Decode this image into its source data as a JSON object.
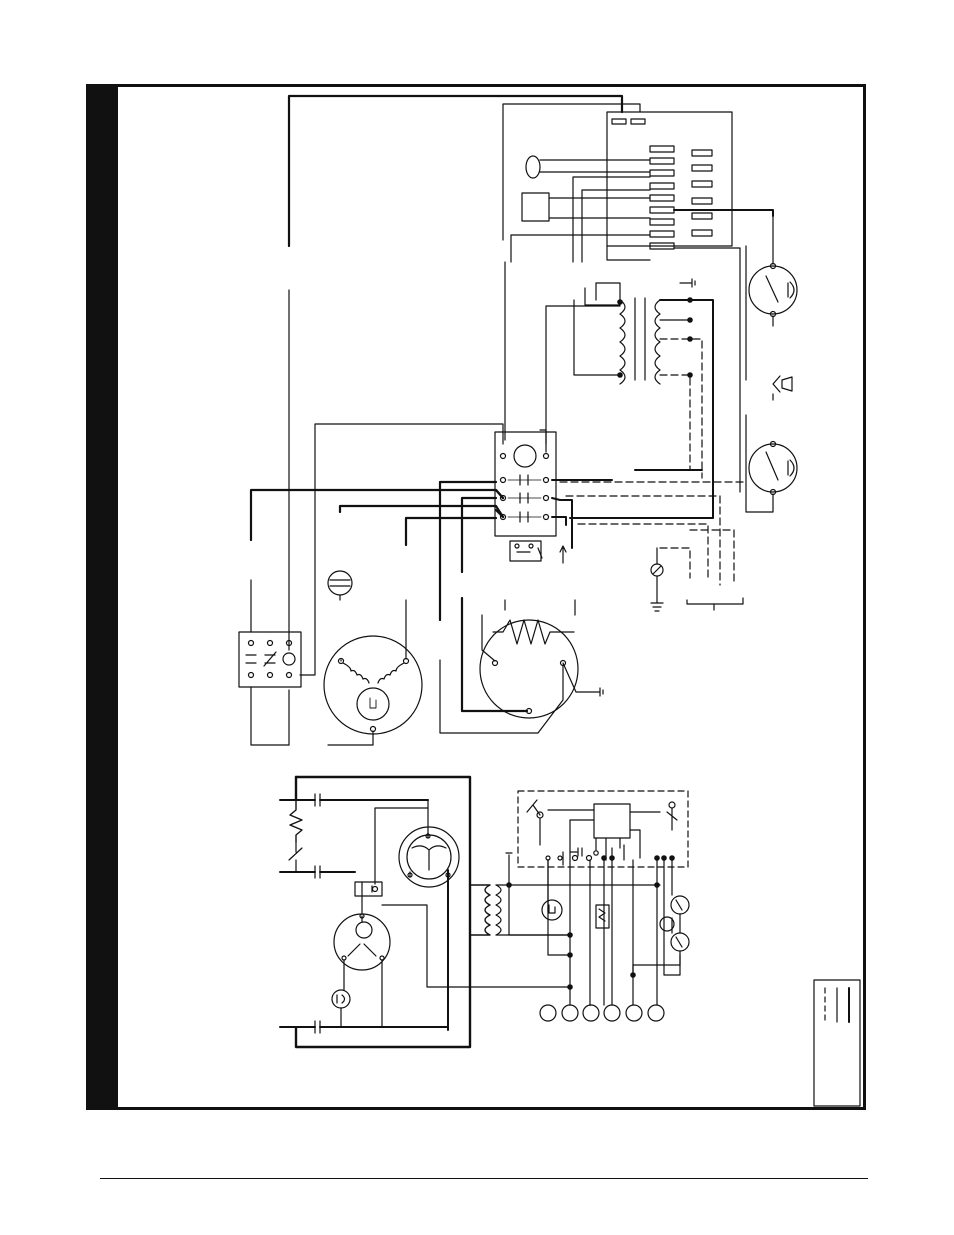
{
  "colors": {
    "ink": "#111111",
    "paper": "#ffffff"
  },
  "legend": {
    "line_styles": [
      "dashed",
      "solid"
    ]
  },
  "terminal_count": 6
}
